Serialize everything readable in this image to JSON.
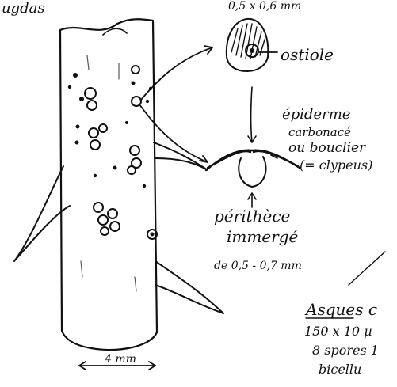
{
  "labels": {
    "top_left": "ugdas",
    "top_dim": "0,5 x 0,6 mm",
    "ostiole": "ostiole",
    "epiderme_1": "épiderme",
    "epiderme_2": "carbonacé",
    "epiderme_3": "ou bouclier",
    "epiderme_4": "(= clypeus)",
    "perithece_1": "périthèce",
    "perithece_2": "immergé",
    "perithece_3": "de 0,5 - 0,7 mm",
    "asques_1": "Asques c",
    "asques_2": "150 x 10 µ",
    "asques_3": "8 spores 1",
    "asques_4": "bicellu",
    "scale": "4 mm"
  }
}
